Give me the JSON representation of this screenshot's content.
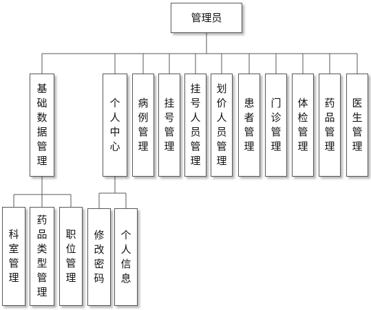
{
  "root": {
    "label": "管理员"
  },
  "modules": [
    {
      "label": "基础数据管理",
      "children": [
        "科室管理",
        "药品类型管理",
        "职位管理"
      ]
    },
    {
      "label": "个人中心",
      "children": [
        "修改密码",
        "个人信息"
      ]
    },
    {
      "label": "病例管理",
      "children": []
    },
    {
      "label": "挂号管理",
      "children": []
    },
    {
      "label": "挂号人员管理",
      "children": []
    },
    {
      "label": "划价人员管理",
      "children": []
    },
    {
      "label": "患者管理",
      "children": []
    },
    {
      "label": "门诊管理",
      "children": []
    },
    {
      "label": "体检管理",
      "children": []
    },
    {
      "label": "药品管理",
      "children": []
    },
    {
      "label": "医生管理",
      "children": []
    }
  ],
  "colors": {
    "border": "#555555",
    "line": "#555555",
    "background": "#ffffff"
  }
}
